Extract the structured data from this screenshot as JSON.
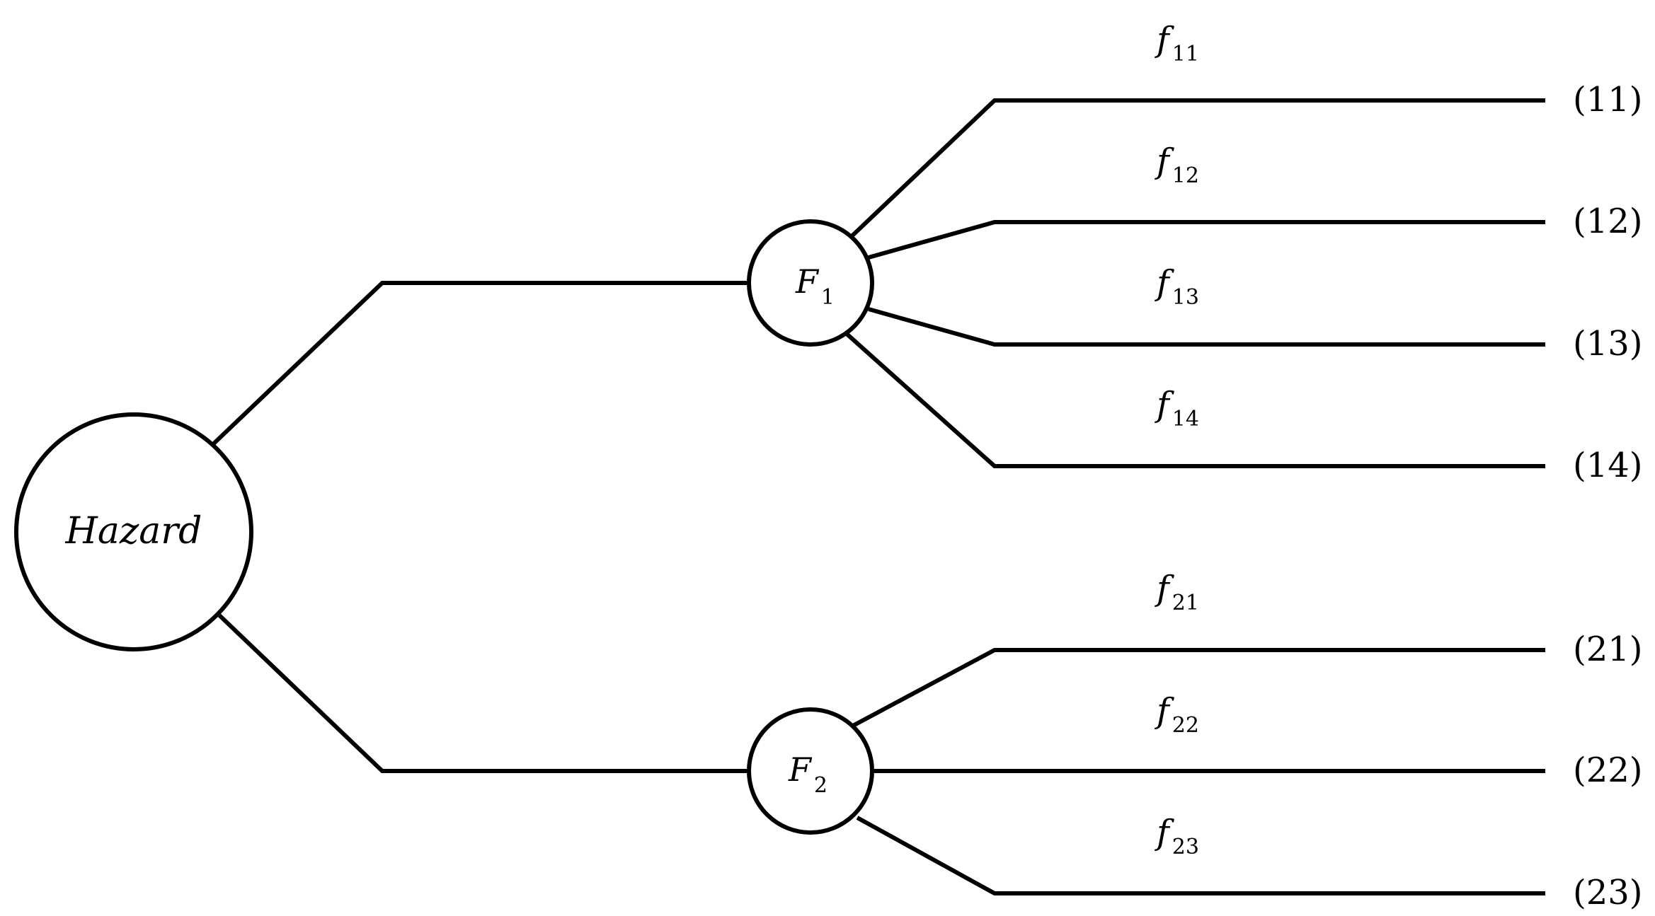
{
  "diagram": {
    "root": {
      "label": "Hazard"
    },
    "branches": [
      {
        "symbol": "F",
        "subscript": "1",
        "outcomes": [
          {
            "symbol": "f",
            "subscript": "11",
            "result": "(11)"
          },
          {
            "symbol": "f",
            "subscript": "12",
            "result": "(12)"
          },
          {
            "symbol": "f",
            "subscript": "13",
            "result": "(13)"
          },
          {
            "symbol": "f",
            "subscript": "14",
            "result": "(14)"
          }
        ]
      },
      {
        "symbol": "F",
        "subscript": "2",
        "outcomes": [
          {
            "symbol": "f",
            "subscript": "21",
            "result": "(21)"
          },
          {
            "symbol": "f",
            "subscript": "22",
            "result": "(22)"
          },
          {
            "symbol": "f",
            "subscript": "23",
            "result": "(23)"
          }
        ]
      }
    ],
    "colors": {
      "stroke": "#000000",
      "background": "#ffffff"
    }
  }
}
